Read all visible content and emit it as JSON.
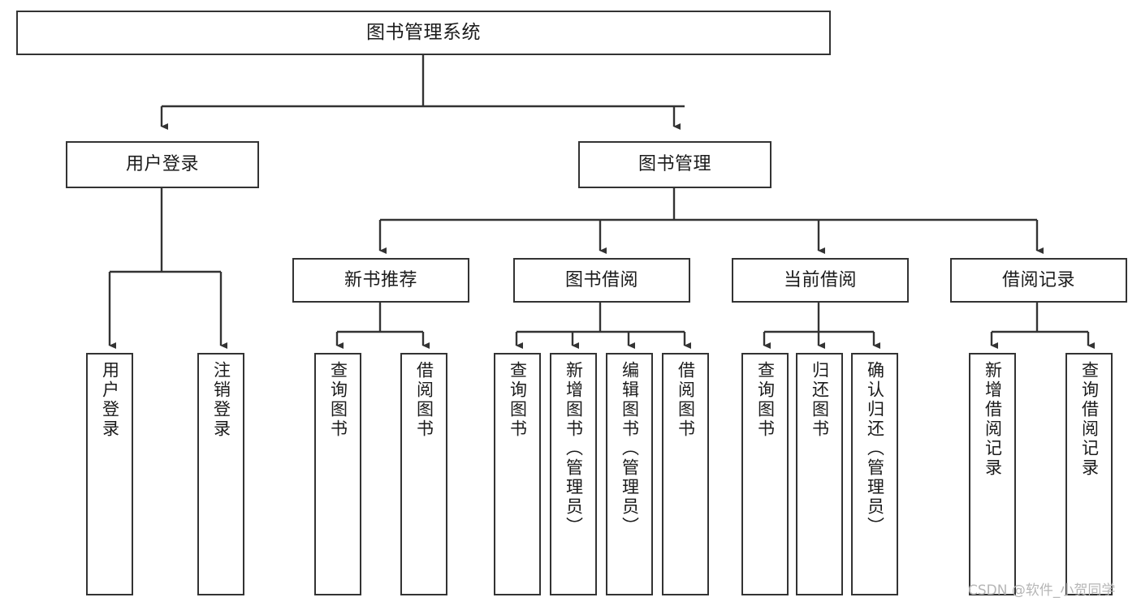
{
  "diagram": {
    "title": "图书管理系统",
    "type": "tree",
    "orientation": "top-down",
    "colors": {
      "node_border": "#333333",
      "node_fill": "#ffffff",
      "edge": "#333333",
      "text": "#1b1b1b",
      "background": "#ffffff",
      "watermark": "#b6b6b6"
    },
    "nodes": {
      "root": {
        "label": "图书管理系统"
      },
      "level2": [
        {
          "label": "用户登录"
        },
        {
          "label": "图书管理"
        }
      ],
      "level3": [
        {
          "label": "新书推荐"
        },
        {
          "label": "图书借阅"
        },
        {
          "label": "当前借阅"
        },
        {
          "label": "借阅记录"
        }
      ],
      "leaves": {
        "user_login": [
          {
            "label": "用户登录"
          },
          {
            "label": "注销登录"
          }
        ],
        "new_book_recommend": [
          {
            "label": "查询图书"
          },
          {
            "label": "借阅图书"
          }
        ],
        "book_borrow": [
          {
            "label": "查询图书"
          },
          {
            "label": "新增图书（管理员）"
          },
          {
            "label": "编辑图书（管理员）"
          },
          {
            "label": "借阅图书"
          }
        ],
        "current_borrow": [
          {
            "label": "查询图书"
          },
          {
            "label": "归还图书"
          },
          {
            "label": "确认归还（管理员）"
          }
        ],
        "borrow_record": [
          {
            "label": "新增借阅记录"
          },
          {
            "label": "查询借阅记录"
          }
        ]
      }
    },
    "edges": [
      {
        "from": "图书管理系统",
        "to": "用户登录"
      },
      {
        "from": "图书管理系统",
        "to": "图书管理"
      },
      {
        "from": "用户登录",
        "to": "用户登录"
      },
      {
        "from": "用户登录",
        "to": "注销登录"
      },
      {
        "from": "图书管理",
        "to": "新书推荐"
      },
      {
        "from": "图书管理",
        "to": "图书借阅"
      },
      {
        "from": "图书管理",
        "to": "当前借阅"
      },
      {
        "from": "图书管理",
        "to": "借阅记录"
      },
      {
        "from": "新书推荐",
        "to": "查询图书"
      },
      {
        "from": "新书推荐",
        "to": "借阅图书"
      },
      {
        "from": "图书借阅",
        "to": "查询图书"
      },
      {
        "from": "图书借阅",
        "to": "新增图书（管理员）"
      },
      {
        "from": "图书借阅",
        "to": "编辑图书（管理员）"
      },
      {
        "from": "图书借阅",
        "to": "借阅图书"
      },
      {
        "from": "当前借阅",
        "to": "查询图书"
      },
      {
        "from": "当前借阅",
        "to": "归还图书"
      },
      {
        "from": "当前借阅",
        "to": "确认归还（管理员）"
      },
      {
        "from": "借阅记录",
        "to": "新增借阅记录"
      },
      {
        "from": "借阅记录",
        "to": "查询借阅记录"
      }
    ]
  },
  "watermark": {
    "text": "CSDN @软件_小贺同学"
  }
}
